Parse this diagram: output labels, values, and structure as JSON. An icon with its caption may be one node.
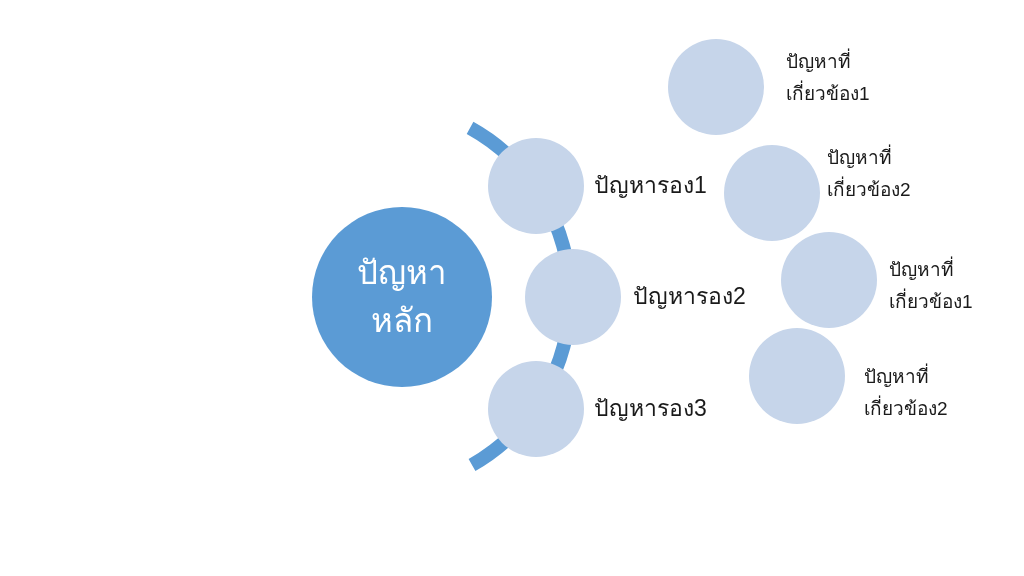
{
  "diagram": {
    "nodes": [
      {
        "text": [
          "ปัญหาหลัก"
        ]
      },
      {
        "text": [],
        "shape": "circle",
        "beside": [
          "ปัญหารอง1"
        ]
      },
      {
        "text": [],
        "shape": "circle",
        "beside": [
          "ปัญหารอง2"
        ]
      },
      {
        "text": [],
        "shape": "circle",
        "beside": [
          "ปัญหารอง3"
        ]
      },
      {
        "text": [],
        "shape": "circle",
        "beside": [
          "ปัญหาที่เกี่ยวข้อง1"
        ]
      },
      {
        "text": [],
        "shape": "circle",
        "beside": [
          "ปัญหาที่เกี่ยวข้อง2"
        ]
      },
      {
        "text": [],
        "shape": "circle",
        "beside": [
          "ปัญหาที่เกี่ยวข้อง1"
        ]
      },
      {
        "text": [],
        "shape": "circle",
        "beside": [
          "ปัญหาที่เกี่ยวข้อง2"
        ]
      }
    ]
  }
}
